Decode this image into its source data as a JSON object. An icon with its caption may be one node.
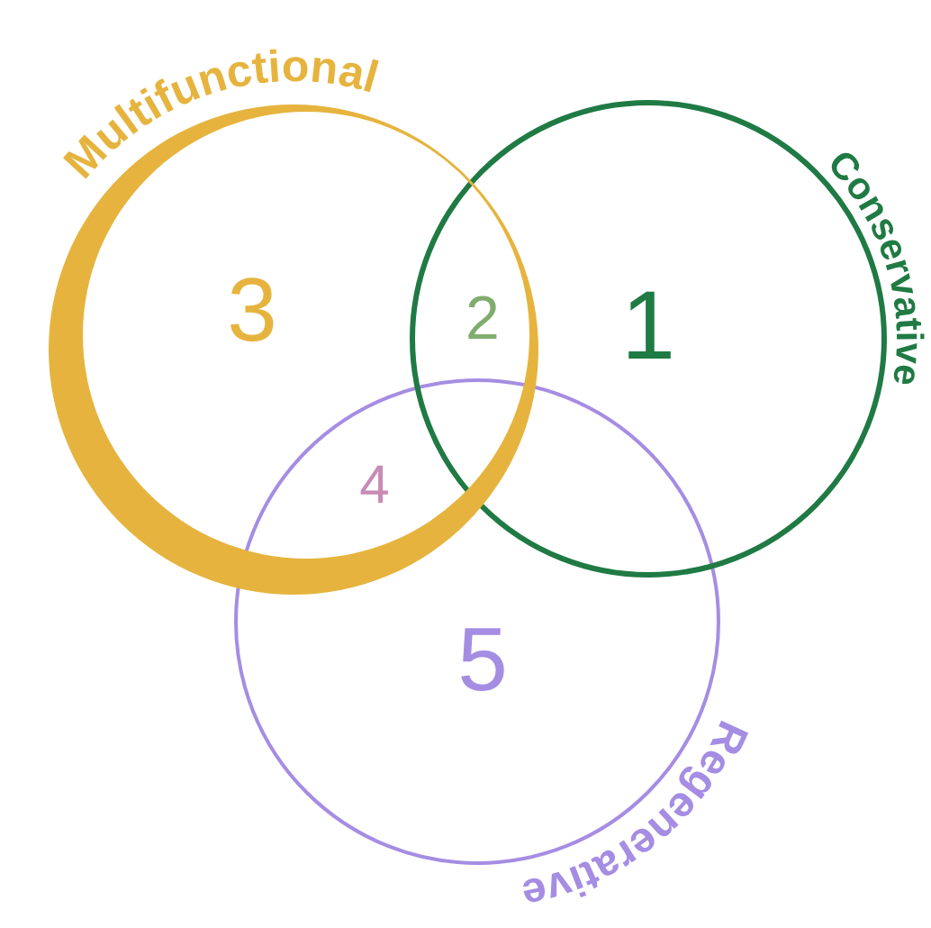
{
  "diagram": {
    "nodes": [
      {
        "text": [
          "Multifunctional"
        ]
      },
      {
        "text": [
          "Conservative"
        ]
      },
      {
        "text": [
          "Regenerative"
        ]
      }
    ],
    "labels": [
      "3",
      "2",
      "1",
      "4",
      "5"
    ]
  }
}
